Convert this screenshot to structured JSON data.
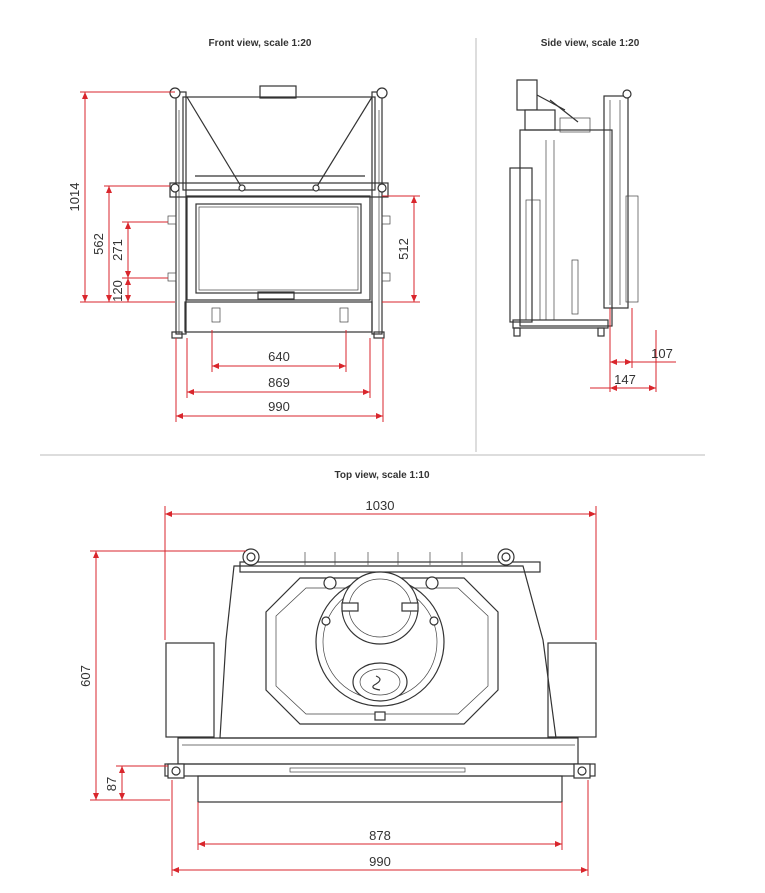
{
  "titles": {
    "front": "Front view, scale 1:20",
    "side": "Side view, scale 1:20",
    "top": "Top view, scale 1:10"
  },
  "dims": {
    "front_height_total": "1014",
    "front_height_562": "562",
    "front_height_271": "271",
    "front_height_120": "120",
    "front_height_512": "512",
    "front_width_640": "640",
    "front_width_869": "869",
    "front_width_990": "990",
    "side_107": "107",
    "side_147": "147",
    "top_width_1030": "1030",
    "top_depth_607": "607",
    "top_depth_87": "87",
    "top_width_878": "878",
    "top_width_990": "990"
  }
}
